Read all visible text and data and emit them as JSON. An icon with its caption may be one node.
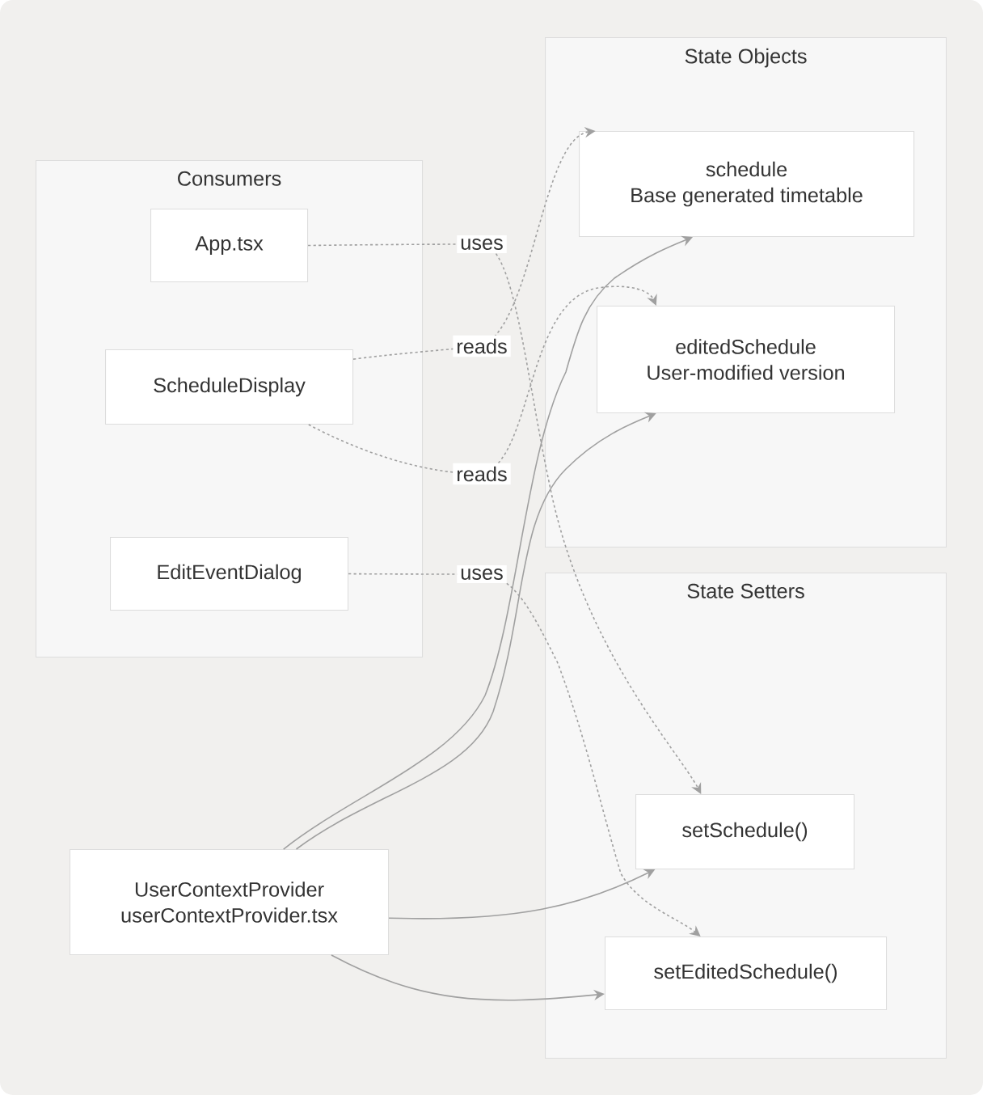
{
  "diagram": {
    "nodes": [
      {
        "text": [
          "Consumers"
        ]
      },
      {
        "text": [
          "App.tsx"
        ],
        "in": 0
      },
      {
        "text": [
          "ScheduleDisplay"
        ],
        "in": 0
      },
      {
        "text": [
          "EditEventDialog"
        ],
        "in": 0
      },
      {
        "text": [
          "State Objects"
        ]
      },
      {
        "text": [
          "schedule",
          "Base generated timetable"
        ],
        "in": 4
      },
      {
        "text": [
          "editedSchedule",
          "User-modified version"
        ],
        "in": 4
      },
      {
        "text": [
          "State Setters"
        ]
      },
      {
        "text": [
          "setSchedule()"
        ],
        "in": 7
      },
      {
        "text": [
          "setEditedSchedule()"
        ],
        "in": 7
      },
      {
        "text": [
          "UserContextProvider",
          "userContextProvider.tsx"
        ]
      }
    ],
    "edges": [
      {
        "from": 1,
        "to": 8,
        "arrow": "to",
        "label": "uses",
        "style": "dashed"
      },
      {
        "from": 2,
        "to": 5,
        "arrow": "to",
        "label": "reads",
        "style": "dashed"
      },
      {
        "from": 2,
        "to": 6,
        "arrow": "to",
        "label": "reads",
        "style": "dashed"
      },
      {
        "from": 3,
        "to": 9,
        "arrow": "to",
        "label": "uses",
        "style": "dashed"
      },
      {
        "from": 10,
        "to": 5,
        "arrow": "to"
      },
      {
        "from": 10,
        "to": 6,
        "arrow": "to"
      },
      {
        "from": 10,
        "to": 8,
        "arrow": "to"
      },
      {
        "from": 10,
        "to": 9,
        "arrow": "to"
      }
    ]
  }
}
